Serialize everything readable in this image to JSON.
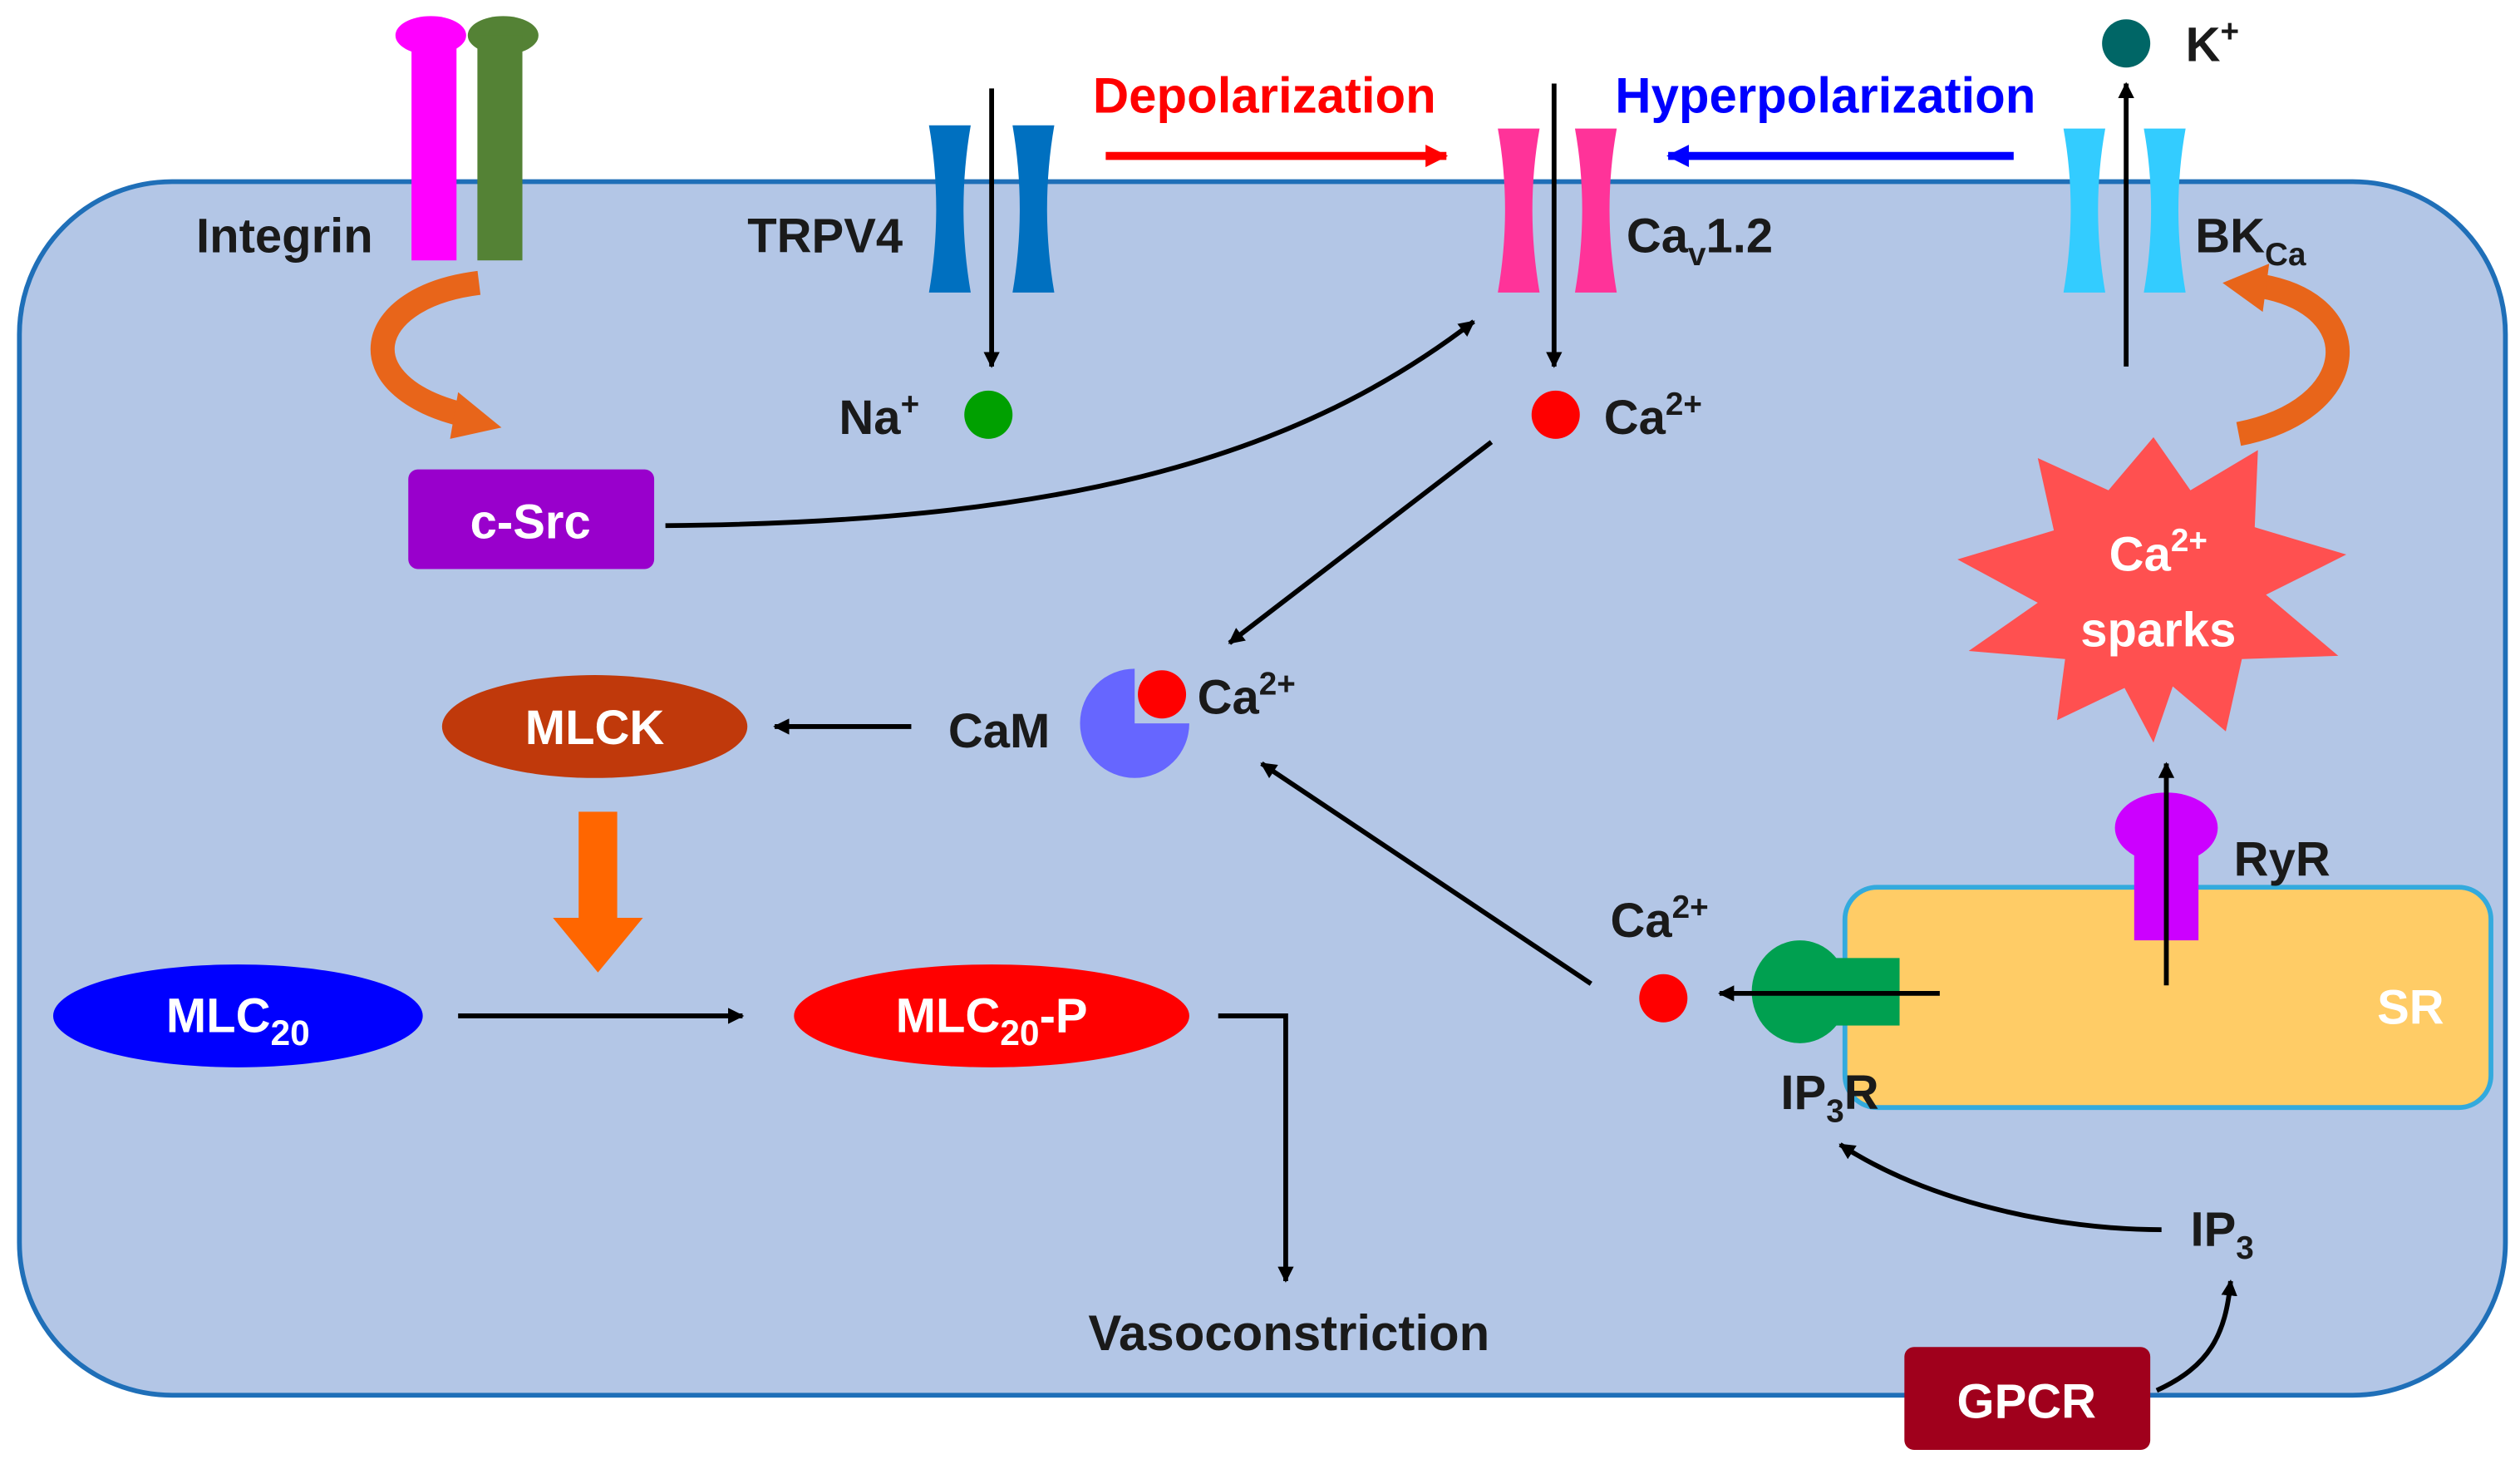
{
  "labels": {
    "integrin": "Integrin",
    "trpv4": "TRPV4",
    "depolarization": "Depolarization",
    "hyperpolarization": "Hyperpolarization",
    "cav_main": "Ca",
    "cav_sub": "v",
    "cav_tail": "1.2",
    "k_main": "K",
    "k_sup": "+",
    "bk_main": "BK",
    "bk_sub": "Ca",
    "na_main": "Na",
    "na_sup": "+",
    "ca_main": "Ca",
    "ca_sup": "2+",
    "csrc": "c-Src",
    "mlck": "MLCK",
    "cam": "CaM",
    "sparks_line1": "Ca",
    "sparks_sup": "2+",
    "sparks_line2": "sparks",
    "ryr": "RyR",
    "sr": "SR",
    "mlc_main": "MLC",
    "mlc_sub": "20",
    "mlcp_suffix": "-P",
    "ip3r_main": "IP",
    "ip3r_sub": "3",
    "ip3r_tail": "R",
    "ip3_main": "IP",
    "ip3_sub": "3",
    "vasoconstriction": "Vasoconstriction",
    "gpcr": "GPCR"
  },
  "colors": {
    "cell_fill": "#b3c6e6",
    "cell_stroke": "#1f6fb8",
    "integrin_a": "#ff00ff",
    "integrin_b": "#548235",
    "trpv4": "#0070c0",
    "cav12": "#ff3399",
    "bkca": "#33ccff",
    "depolarization": "#ff0000",
    "hyperpolarization": "#0000ff",
    "potassium": "#006666",
    "sodium": "#00a000",
    "calcium": "#ff0000",
    "csrc": "#9900cc",
    "mlck": "#c0390b",
    "orange_arrow": "#ff6600",
    "cam": "#6666ff",
    "sparks": "#ff5050",
    "ryr": "#cc00ff",
    "sr_fill": "#ffcc66",
    "sr_stroke": "#33aadd",
    "ip3r": "#00a050",
    "mlc20": "#0000ff",
    "mlc20p": "#ff0000",
    "gpcr": "#a0001c"
  }
}
